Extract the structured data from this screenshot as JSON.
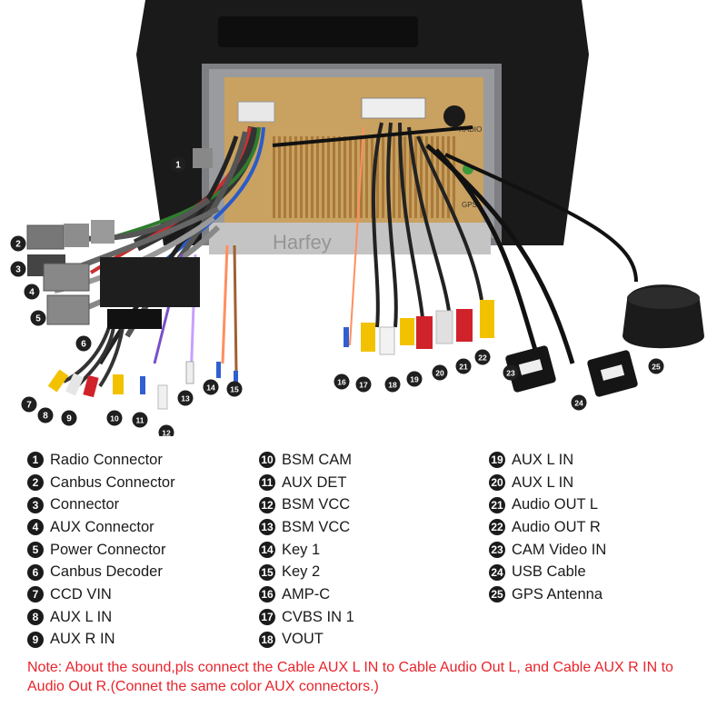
{
  "photo": {
    "brand": "Harfey",
    "gps_label": "GPS",
    "radio_label": "RADIO"
  },
  "callouts": [
    "1",
    "2",
    "3",
    "4",
    "5",
    "6",
    "7",
    "8",
    "9",
    "10",
    "11",
    "12",
    "13",
    "14",
    "15",
    "16",
    "17",
    "18",
    "19",
    "20",
    "21",
    "22",
    "23",
    "24",
    "25"
  ],
  "legend": {
    "col1": [
      {
        "num": "1",
        "label": "Radio Connector"
      },
      {
        "num": "2",
        "label": "Canbus Connector"
      },
      {
        "num": "3",
        "label": "Connector"
      },
      {
        "num": "4",
        "label": "AUX Connector"
      },
      {
        "num": "5",
        "label": "Power Connector"
      },
      {
        "num": "6",
        "label": "Canbus Decoder"
      },
      {
        "num": "7",
        "label": "CCD VIN"
      },
      {
        "num": "8",
        "label": "AUX L IN"
      },
      {
        "num": "9",
        "label": "AUX R IN"
      }
    ],
    "col2": [
      {
        "num": "10",
        "label": "BSM CAM"
      },
      {
        "num": "11",
        "label": "AUX DET"
      },
      {
        "num": "12",
        "label": "BSM VCC"
      },
      {
        "num": "13",
        "label": "BSM VCC"
      },
      {
        "num": "14",
        "label": "Key 1"
      },
      {
        "num": "15",
        "label": "Key 2"
      },
      {
        "num": "16",
        "label": "AMP-C"
      },
      {
        "num": "17",
        "label": "CVBS IN 1"
      },
      {
        "num": "18",
        "label": "VOUT"
      }
    ],
    "col3": [
      {
        "num": "19",
        "label": "AUX L IN"
      },
      {
        "num": "20",
        "label": "AUX L IN"
      },
      {
        "num": "21",
        "label": "Audio OUT L"
      },
      {
        "num": "22",
        "label": "Audio OUT R"
      },
      {
        "num": "23",
        "label": "CAM Video IN"
      },
      {
        "num": "24",
        "label": "USB Cable"
      },
      {
        "num": "25",
        "label": "GPS Antenna"
      }
    ]
  },
  "note": "Note: About the sound,pls connect the Cable AUX L IN to Cable Audio Out L, and Cable AUX R IN to  Audio Out R.(Connet the same color AUX connectors.)"
}
